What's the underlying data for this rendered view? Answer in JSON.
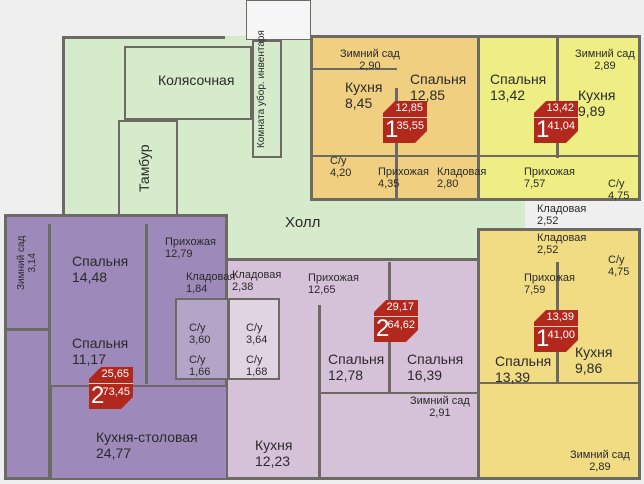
{
  "colors": {
    "common": "#d5ebcb",
    "apt_orange": "#f0cf80",
    "apt_yellow": "#eeee84",
    "apt_yellow2": "#f1dc84",
    "apt_pink": "#d6c2d8",
    "apt_purple": "#9d89ba",
    "badge": "#b3281d"
  },
  "common": {
    "stroller": "Колясочная",
    "vestibule": "Тамбур",
    "cleaning": "Комната убор. инвентаря",
    "hall": "Холл"
  },
  "apt_top_left": {
    "rooms": "1",
    "area": "35,55",
    "living": "12,85",
    "labels": {
      "winter": "Зимний сад",
      "winter_a": "2,90",
      "kitchen": "Кухня",
      "kitchen_a": "8,45",
      "bed": "Спальня",
      "bed_a": "12,85",
      "bath": "С/у",
      "bath_a": "4,20",
      "hall": "Прихожая",
      "hall_a": "4,35",
      "store": "Кладовая",
      "store_a": "2,80"
    }
  },
  "apt_top_right": {
    "rooms": "1",
    "area": "41,04",
    "living": "13,42",
    "labels": {
      "bed": "Спальня",
      "bed_a": "13,42",
      "winter": "Зимний сад",
      "winter_a": "2,89",
      "kitchen": "Кухня",
      "kitchen_a": "9,89",
      "hall": "Прихожая",
      "hall_a": "7,57",
      "bath": "С/у",
      "bath_a": "4,75",
      "store": "Кладовая",
      "store_a": "2,52"
    }
  },
  "apt_bottom_right": {
    "rooms": "1",
    "area": "41,00",
    "living": "13,39",
    "labels": {
      "store": "Кладовая",
      "store_a": "2,52",
      "hall": "Прихожая",
      "hall_a": "7,59",
      "bath": "С/у",
      "bath_a": "4,75",
      "bed": "Спальня",
      "bed_a": "13,39",
      "kitchen": "Кухня",
      "kitchen_a": "9,86",
      "winter": "Зимний сад",
      "winter_a": "2,89"
    }
  },
  "apt_center": {
    "rooms": "2",
    "area": "64,62",
    "living": "29,17",
    "labels": {
      "store": "Кладовая",
      "store_a": "2,38",
      "hall": "Прихожая",
      "hall_a": "12,65",
      "bath1": "С/у",
      "bath1_a": "3,64",
      "bath2": "С/у",
      "bath2_a": "1,68",
      "bed1": "Спальня",
      "bed1_a": "12,78",
      "bed2": "Спальня",
      "bed2_a": "16,39",
      "winter": "Зимний сад",
      "winter_a": "2,91",
      "kitchen": "Кухня",
      "kitchen_a": "12,23"
    }
  },
  "apt_left": {
    "rooms": "2",
    "area": "73,45",
    "living": "25,65",
    "labels": {
      "winter": "Зимний сад",
      "winter_a": "3,14",
      "bed1": "Спальня",
      "bed1_a": "14,48",
      "hall": "Прихожая",
      "hall_a": "12,79",
      "store": "Кладовая",
      "store_a": "1,84",
      "bath1": "С/у",
      "bath1_a": "3,60",
      "bath2": "С/у",
      "bath2_a": "1,66",
      "bed2": "Спальня",
      "bed2_a": "11,17",
      "kitchen": "Кухня-столовая",
      "kitchen_a": "24,77"
    }
  }
}
